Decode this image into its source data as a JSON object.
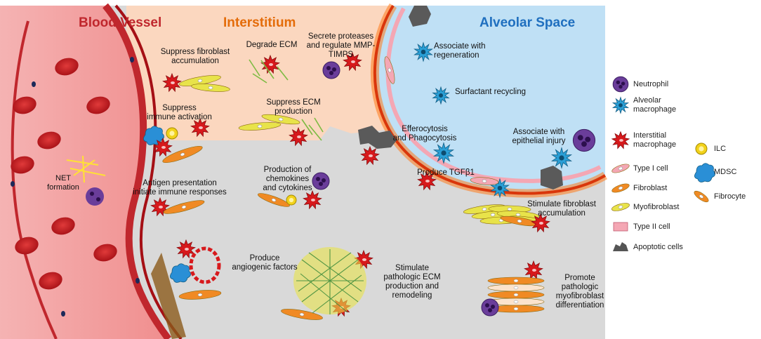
{
  "regions": {
    "blood_vessel": "Blood Vessel",
    "interstitium": "Interstitium",
    "alveolar_space": "Alveolar Space"
  },
  "colors": {
    "blood_vessel_title": "#c0272d",
    "interstitium_title": "#e46c0a",
    "alveolar_title": "#1f6fbf",
    "vessel_bg": "#f4a9a9",
    "interstitium_bg": "#fbd7bf",
    "lower_bg": "#d9d9d9",
    "alveolar_bg": "#bfe0f5",
    "macrophage_red": "#d7191c",
    "neutrophil_purple": "#6a3d9a",
    "alveolar_macrophage_blue": "#2a9fd6",
    "fibroblast_orange": "#f08a24",
    "myofibroblast_yellow": "#e8e34a"
  },
  "labels": {
    "net_formation": "NET\nformation",
    "suppress_fibroblast": "Suppress fibroblast\naccumulation",
    "degrade_ecm": "Degrade ECM",
    "secrete_proteases": "Secrete proteases\nand regulate MMP-\nTIMPS",
    "suppress_immune": "Suppress\nimmune activation",
    "suppress_ecm": "Suppress ECM\nproduction",
    "antigen_presentation": "Antigen presentation\ninitiate immune responses",
    "chemokines": "Production of\nchemokines\nand cytokines",
    "associate_regeneration": "Associate with\nregeneration",
    "surfactant": "Surfactant recycling",
    "efferocytosis": "Efferocytosis\nand Phagocytosis",
    "produce_tgfb": "Produce TGFβ1",
    "associate_injury": "Associate with\nepithelial injury",
    "stimulate_fibroblast": "Stimulate fibroblast\naccumulation",
    "angiogenic": "Produce\nangiogenic factors",
    "stimulate_ecm": "Stimulate\npathologic ECM\nproduction and\nremodeling",
    "promote_myofibroblast": "Promote\npathologic\nmyofibroblast\ndifferentiation"
  },
  "legend": [
    {
      "icon": "neutrophil-icon",
      "label": "Neutrophil"
    },
    {
      "icon": "alveolar-macrophage-icon",
      "label": "Alveolar\nmacrophage"
    },
    {
      "icon": "interstitial-macrophage-icon",
      "label": "Interstitial\nmacrophage"
    },
    {
      "icon": "type-i-cell-icon",
      "label": "Type I cell"
    },
    {
      "icon": "fibroblast-icon",
      "label": "Fibroblast"
    },
    {
      "icon": "myofibroblast-icon",
      "label": "Myofibroblast"
    },
    {
      "icon": "type-ii-cell-icon",
      "label": "Type II cell"
    },
    {
      "icon": "apoptotic-cells-icon",
      "label": "Apoptotic cells"
    },
    {
      "icon": "ilc-icon",
      "label": "ILC"
    },
    {
      "icon": "mdsc-icon",
      "label": "MDSC"
    },
    {
      "icon": "fibrocyte-icon",
      "label": "Fibrocyte"
    }
  ]
}
